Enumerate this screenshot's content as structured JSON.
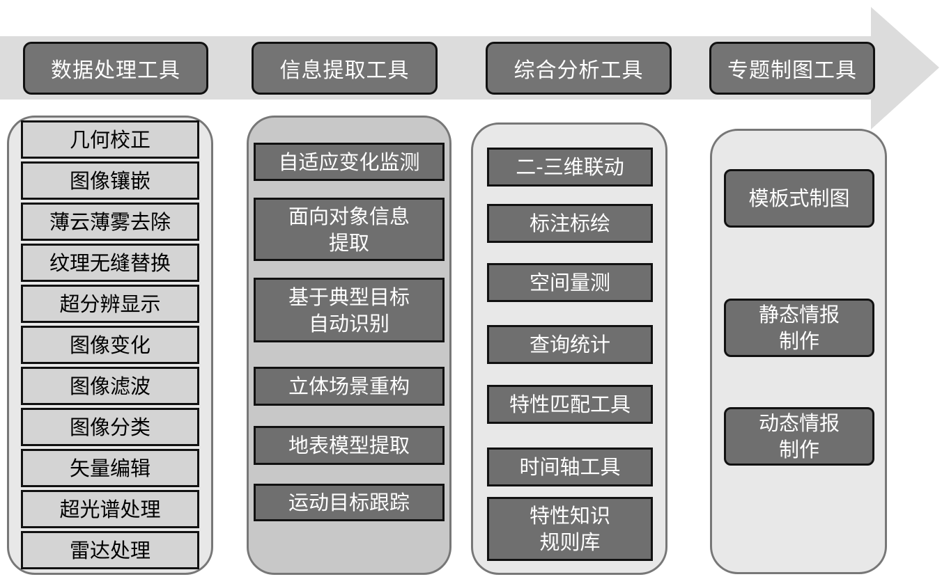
{
  "colors": {
    "arrow": "#dcdcdc",
    "header_fill": "#747474",
    "panel_light": "#e8e8e8",
    "panel_mid": "#c8c8c8",
    "item_light": "#d4d4d4",
    "item_dark": "#6f6f6f"
  },
  "columns": [
    {
      "header": "数据处理工具",
      "items": [
        "几何校正",
        "图像镶嵌",
        "薄云薄雾去除",
        "纹理无缝替换",
        "超分辨显示",
        "图像变化",
        "图像滤波",
        "图像分类",
        "矢量编辑",
        "超光谱处理",
        "雷达处理"
      ]
    },
    {
      "header": "信息提取工具",
      "items": [
        "自适应变化监测",
        "面向对象信息\n提取",
        "基于典型目标\n自动识别",
        "立体场景重构",
        "地表模型提取",
        "运动目标跟踪"
      ]
    },
    {
      "header": "综合分析工具",
      "items": [
        "二-三维联动",
        "标注标绘",
        "空间量测",
        "查询统计",
        "特性匹配工具",
        "时间轴工具",
        "特性知识\n规则库"
      ]
    },
    {
      "header": "专题制图工具",
      "items": [
        "模板式制图",
        "静态情报\n制作",
        "动态情报\n制作"
      ]
    }
  ]
}
